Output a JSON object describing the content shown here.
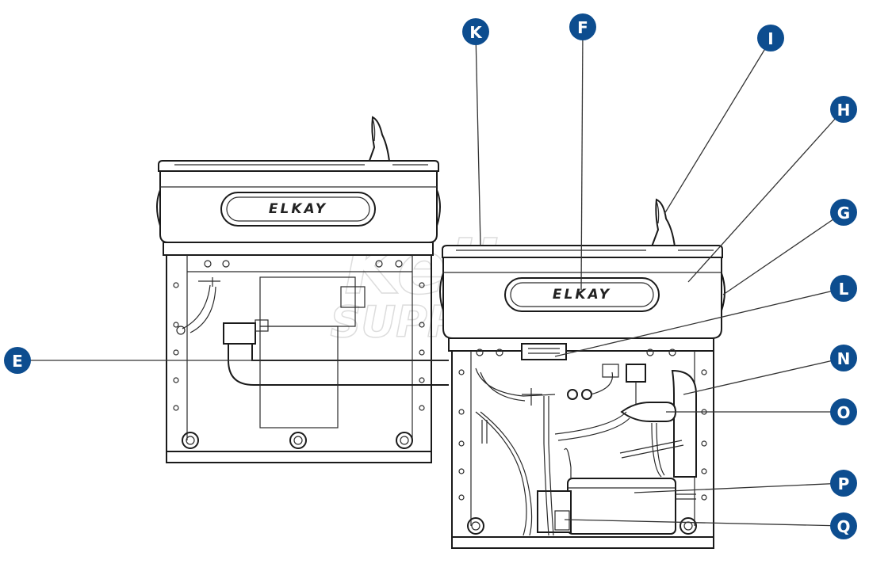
{
  "brand": {
    "logo_text": "ELKAY",
    "watermark_line1": "Kelly",
    "watermark_line2": "SUPPLY"
  },
  "colors": {
    "badge_fill": "#0d4d8f",
    "badge_text": "#ffffff",
    "drawing_line": "#1a1a1a"
  },
  "callouts": {
    "E": "E",
    "F": "F",
    "G": "G",
    "H": "H",
    "I": "I",
    "K": "K",
    "L": "L",
    "N": "N",
    "O": "O",
    "P": "P",
    "Q": "Q"
  }
}
